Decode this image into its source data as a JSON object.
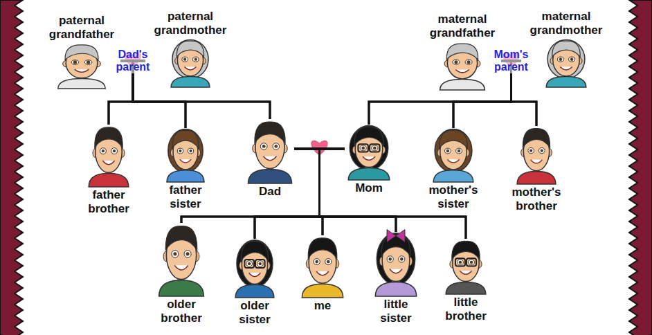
{
  "diagram": {
    "nodes": [
      {
        "text": [
          "paternal grandfather"
        ]
      },
      {
        "text": [
          "paternal grandmother"
        ]
      },
      {
        "text": [
          "maternal grandfather"
        ]
      },
      {
        "text": [
          "maternal grandmother"
        ]
      },
      {
        "text": [
          "father brother"
        ]
      },
      {
        "text": [
          "father sister"
        ]
      },
      {
        "text": [
          "Dad"
        ]
      },
      {
        "text": [
          "Mom"
        ]
      },
      {
        "text": [
          "mother's sister"
        ]
      },
      {
        "text": [
          "mother's brother"
        ]
      },
      {
        "text": [
          "older brother"
        ]
      },
      {
        "text": [
          "older sister"
        ]
      },
      {
        "text": [
          "me"
        ]
      },
      {
        "text": [
          "little sister"
        ]
      },
      {
        "text": [
          "little brother"
        ]
      }
    ],
    "edges": [
      {
        "from": 0,
        "to": 1,
        "arrow": "none",
        "label": "Dad's parent"
      },
      {
        "from": 2,
        "to": 3,
        "arrow": "none",
        "label": "Mom's parent"
      },
      {
        "from": 6,
        "to": 7,
        "arrow": "none"
      },
      {
        "from": 0,
        "to": 4,
        "arrow": "none"
      },
      {
        "from": 0,
        "to": 5,
        "arrow": "none"
      },
      {
        "from": 0,
        "to": 6,
        "arrow": "none"
      },
      {
        "from": 1,
        "to": 4,
        "arrow": "none"
      },
      {
        "from": 1,
        "to": 5,
        "arrow": "none"
      },
      {
        "from": 1,
        "to": 6,
        "arrow": "none"
      },
      {
        "from": 2,
        "to": 7,
        "arrow": "none"
      },
      {
        "from": 2,
        "to": 8,
        "arrow": "none"
      },
      {
        "from": 2,
        "to": 9,
        "arrow": "none"
      },
      {
        "from": 3,
        "to": 7,
        "arrow": "none"
      },
      {
        "from": 3,
        "to": 8,
        "arrow": "none"
      },
      {
        "from": 3,
        "to": 9,
        "arrow": "none"
      },
      {
        "from": 6,
        "to": 10,
        "arrow": "none"
      },
      {
        "from": 6,
        "to": 11,
        "arrow": "none"
      },
      {
        "from": 6,
        "to": 12,
        "arrow": "none"
      },
      {
        "from": 6,
        "to": 13,
        "arrow": "none"
      },
      {
        "from": 6,
        "to": 14,
        "arrow": "none"
      },
      {
        "from": 7,
        "to": 10,
        "arrow": "none"
      },
      {
        "from": 7,
        "to": 11,
        "arrow": "none"
      },
      {
        "from": 7,
        "to": 12,
        "arrow": "none"
      },
      {
        "from": 7,
        "to": 13,
        "arrow": "none"
      },
      {
        "from": 7,
        "to": 14,
        "arrow": "none"
      }
    ]
  }
}
